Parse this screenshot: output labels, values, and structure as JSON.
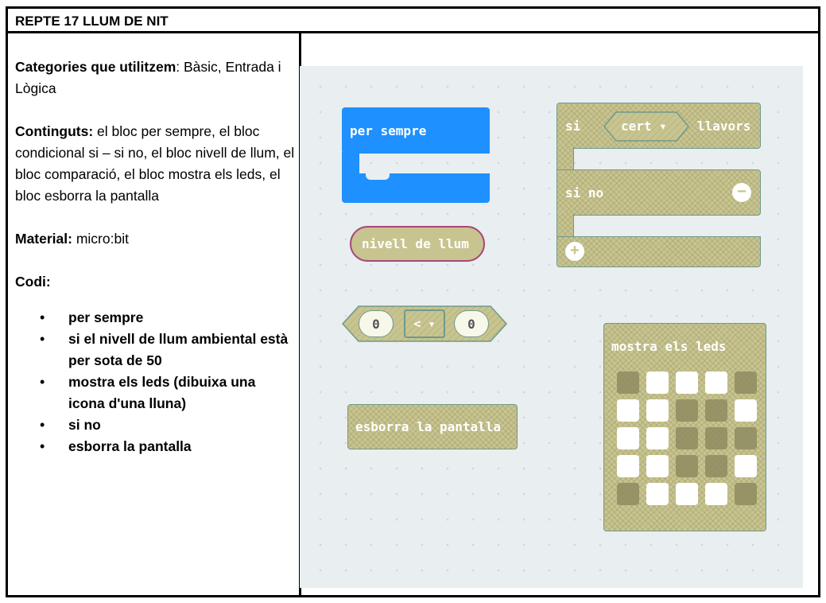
{
  "title": "REPTE 17 LLUM DE NIT",
  "left": {
    "categories_label": "Categories que utilitzem",
    "categories_value": "Bàsic, Entrada i Lògica",
    "contents_label": "Continguts:",
    "contents_value": "el bloc per sempre, el bloc condicional si – si no, el bloc nivell de llum, el bloc comparació, el bloc mostra els leds, el bloc esborra la pantalla",
    "material_label": "Material:",
    "material_value": "micro:bit",
    "code_label": "Codi:",
    "code_items": [
      "per sempre",
      "si el nivell de llum ambiental està per sota de 50",
      "mostra els leds (dibuixa una icona d'una lluna)",
      "si no",
      "esborra la pantalla"
    ]
  },
  "blocks": {
    "forever": "per sempre",
    "light_level": "nivell de llum",
    "compare_left": "0",
    "compare_op": "< ▾",
    "compare_right": "0",
    "clear_screen": "esborra la pantalla",
    "if_label": "si",
    "if_condition": "cert ▾",
    "then_label": "llavors",
    "else_label": "si no",
    "show_leds": "mostra els leds"
  },
  "led_grid": [
    [
      0,
      1,
      1,
      1,
      0
    ],
    [
      1,
      1,
      0,
      0,
      1
    ],
    [
      1,
      1,
      0,
      0,
      0
    ],
    [
      1,
      1,
      0,
      0,
      1
    ],
    [
      0,
      1,
      1,
      1,
      0
    ]
  ],
  "colors": {
    "basic_blue": "#1e90ff",
    "logic_olive": "#c8c490",
    "input_border": "#a8487a"
  }
}
